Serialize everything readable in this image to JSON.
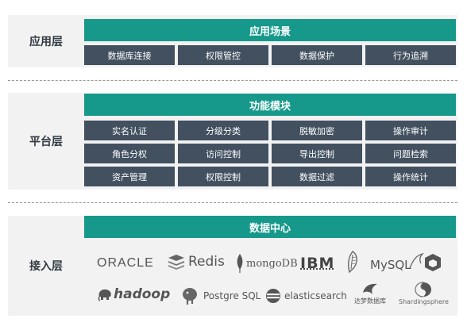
{
  "application_layer": {
    "label": "应用层",
    "title": "应用场景",
    "items": [
      "数据库连接",
      "权限管控",
      "数据保护",
      "行为追溯"
    ]
  },
  "platform_layer": {
    "label": "平台层",
    "title": "功能模块",
    "items": [
      "实名认证",
      "分级分类",
      "脱敏加密",
      "操作审计",
      "角色分权",
      "访问控制",
      "导出控制",
      "问题检索",
      "资产管理",
      "权限控制",
      "数据过滤",
      "操作统计"
    ]
  },
  "access_layer": {
    "label": "接入层",
    "title": "数据中心",
    "logos": [
      "ORACLE",
      "Redis",
      "mongoDB",
      "IBM",
      "MySQL",
      "hadoop",
      "Postgre SQL",
      "elasticsearch",
      "达梦数据库",
      "Shardingsphere"
    ]
  },
  "colors": {
    "teal": "#16998b",
    "slate": "#425060",
    "band": "#f2f2f2"
  }
}
